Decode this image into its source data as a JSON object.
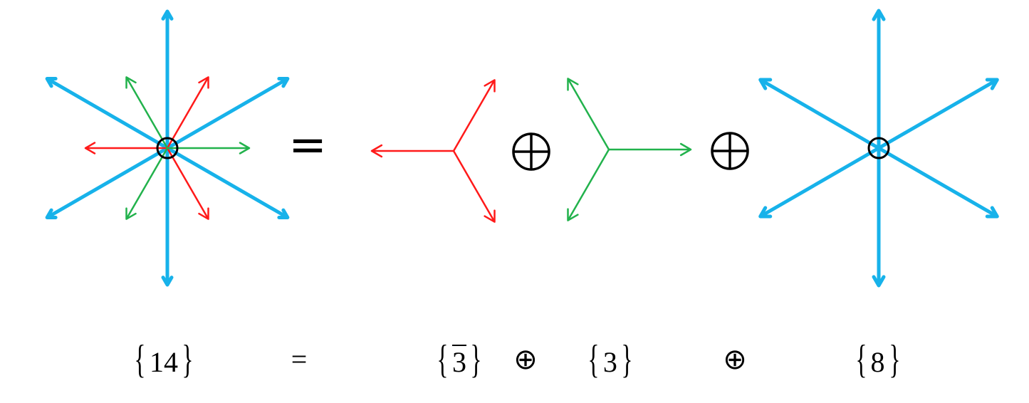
{
  "colors": {
    "red": "#ff1a1a",
    "green": "#22b24c",
    "blue": "#17b2ea",
    "black": "#000000"
  },
  "top_row": {
    "equals": "=",
    "oplus_1": "⊕",
    "oplus_2": "⊕"
  },
  "labels": {
    "rep_14": "14",
    "equals": "=",
    "rep_3bar": "3",
    "oplus_1": "⊕",
    "rep_3": "3",
    "oplus_2": "⊕",
    "rep_8": "8",
    "brace_open": "{",
    "brace_close": "}"
  }
}
